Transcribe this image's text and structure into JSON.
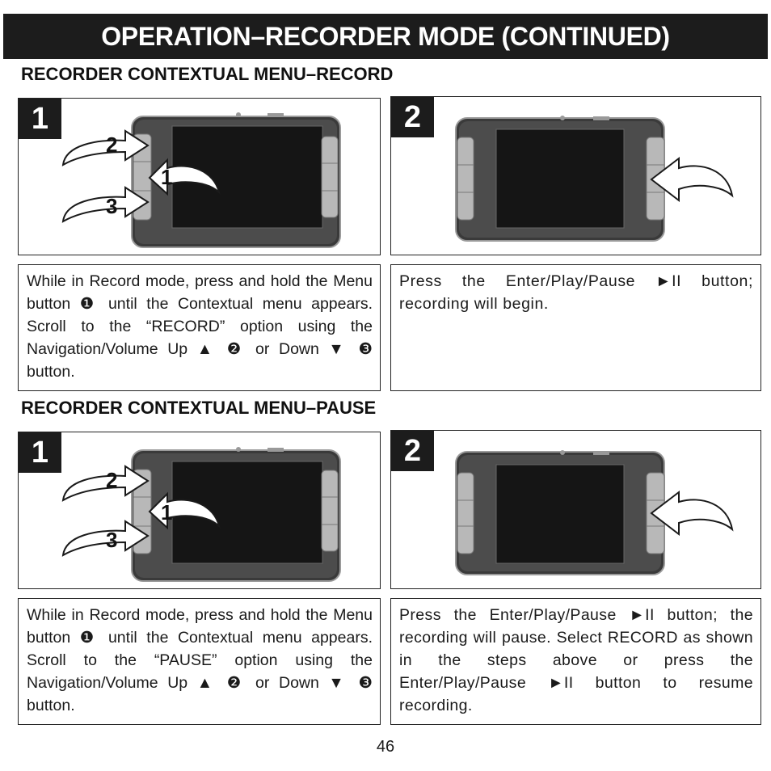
{
  "page": {
    "title": "OPERATION–RECORDER MODE (CONTINUED)",
    "page_number": "46"
  },
  "record_section": {
    "heading": "RECORDER CONTEXTUAL MENU–RECORD",
    "step1": {
      "number": "1",
      "callouts": [
        "2",
        "1",
        "3"
      ],
      "text": "While in Record mode, press and hold the Menu button ❶ until the Contextual menu appears. Scroll to the “RECORD” option using the Navigation/Volume Up ▲ ❷ or Down ▼ ❸ button."
    },
    "step2": {
      "number": "2",
      "text": "Press the Enter/Play/Pause ►II button; recording will begin."
    }
  },
  "pause_section": {
    "heading": "RECORDER CONTEXTUAL MENU–PAUSE",
    "step1": {
      "number": "1",
      "callouts": [
        "2",
        "1",
        "3"
      ],
      "text": "While in Record mode, press and hold the Menu button ❶ until the Contextual menu appears. Scroll to the “PAUSE” option using the Navigation/Volume Up ▲ ❷ or Down ▼ ❸ button."
    },
    "step2": {
      "number": "2",
      "text": "Press the Enter/Play/Pause ►II button; the recording will pause. Select RECORD as shown in the steps above or press the Enter/Play/Pause ►II button to resume recording."
    }
  }
}
